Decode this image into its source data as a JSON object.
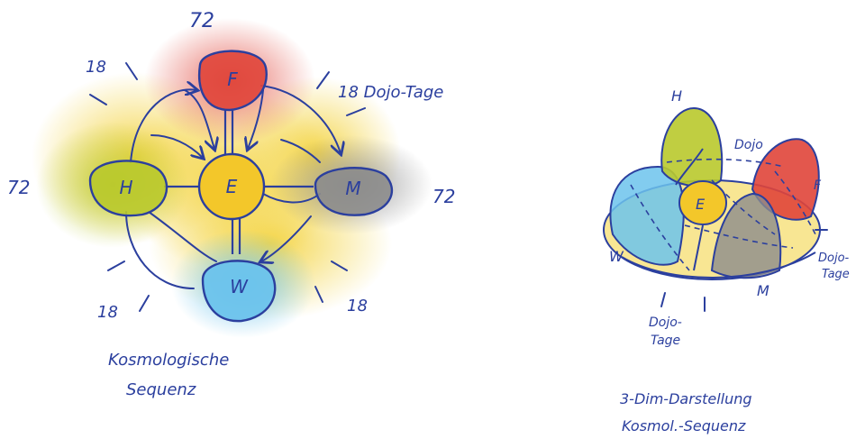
{
  "left": {
    "top_count": "72",
    "left_count": "72",
    "right_count": "72",
    "diag_tl": "18",
    "diag_tr": "18 Dojo-Tage",
    "diag_bl": "18",
    "diag_br": "18",
    "nodes": {
      "top": "F",
      "left": "H",
      "center": "E",
      "right": "M",
      "bottom": "W"
    },
    "caption_line1": "Kosmologische",
    "caption_line2": "Sequenz"
  },
  "right": {
    "labels": {
      "h": "H",
      "dojo": "Dojo",
      "f": "F",
      "e": "E",
      "w": "W",
      "m": "M",
      "dojo_tage_right_1": "Dojo-",
      "dojo_tage_right_2": "Tage",
      "dojo_tage_bottom_1": "Dojo-",
      "dojo_tage_bottom_2": "Tage"
    },
    "caption_line1": "3-Dim-Darstellung",
    "caption_line2": "Kosmol.-Sequenz"
  },
  "colors": {
    "ink": "#2b3f9e",
    "red": "#e0453a",
    "yellow": "#f3d23a",
    "green": "#b9c92c",
    "gray": "#8c8c8c",
    "blue": "#6cc3ec"
  }
}
